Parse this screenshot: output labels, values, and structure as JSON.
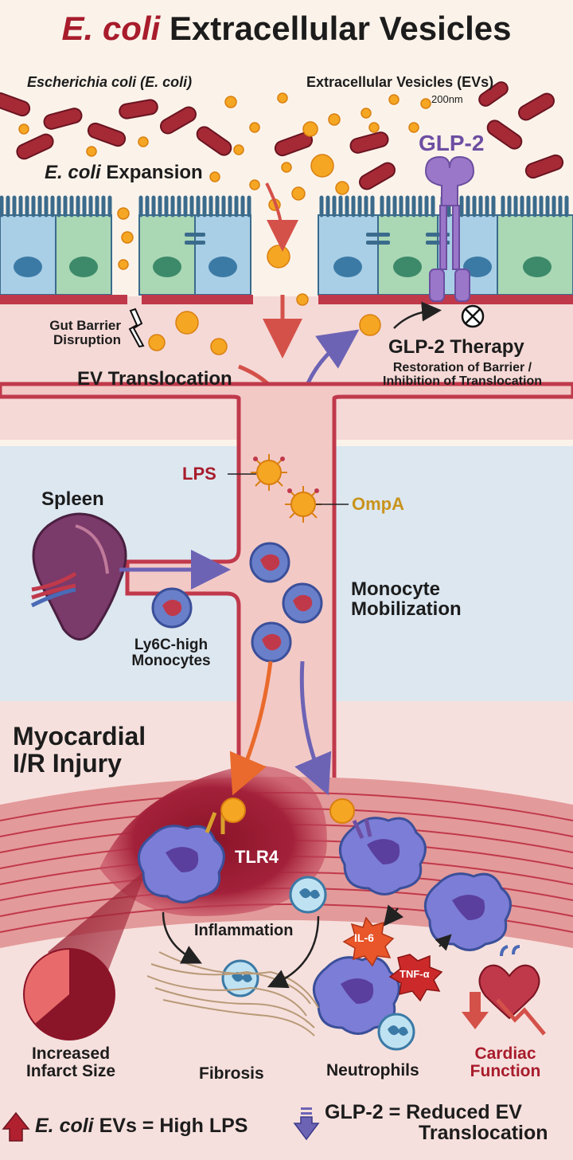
{
  "title": {
    "italic": "E. coli",
    "rest": "Extracellular Vesicles"
  },
  "labels": {
    "ecoli_species": "Escherichia coli",
    "ecoli_abbrev": "E. coli",
    "evs": "Extracellular Vesicles (EVs)",
    "size": "200nm",
    "glp2": "GLP-2",
    "expansion_italic": "E. coli",
    "expansion_rest": "Expansion",
    "gut_barrier_1": "Gut Barrier",
    "gut_barrier_2": "Disruption",
    "glp2_therapy": "GLP-2 Therapy",
    "restoration_1": "Restoration of Barrier /",
    "restoration_2": "Inhibition of Translocation",
    "ev_translocation": "EV Translocation",
    "lps": "LPS",
    "ompa": "OmpA",
    "spleen": "Spleen",
    "monocyte_mob_1": "Monocyte",
    "monocyte_mob_2": "Mobilization",
    "ly6c_1": "Ly6C-high",
    "ly6c_2": "Monocytes",
    "myocardial_1": "Myocardial",
    "myocardial_2": "I/R Injury",
    "tlr4": "TLR4",
    "inflammation": "Inflammation",
    "il6": "IL-6",
    "tnfa": "TNF-α",
    "infarct_1": "Increased",
    "infarct_2": "Infarct Size",
    "fibrosis": "Fibrosis",
    "neutrophils": "Neutrophils",
    "cardiac_1": "Cardiac",
    "cardiac_2": "Function"
  },
  "legend": {
    "up_italic": "E. coli",
    "up_rest": "EVs = High LPS",
    "down_line1": "GLP-2 = Reduced EV",
    "down_line2": "Translocation"
  },
  "colors": {
    "accent_red": "#a81c2c",
    "ompa_gold": "#c9931c",
    "glp2_purple": "#6d4ea2",
    "vesicle_orange": "#f5a623",
    "tissue_pink": "#f4d3d1",
    "spleen_panel_blue": "#dce7f0"
  },
  "icons": [
    "bacteria-icon",
    "vesicle-icon",
    "glp2-receptor-icon",
    "blocked-icon",
    "lightning-icon",
    "monocyte-icon",
    "neutrophil-icon",
    "heart-icon",
    "pie-chart-icon",
    "up-arrow-icon",
    "down-arrow-icon"
  ]
}
